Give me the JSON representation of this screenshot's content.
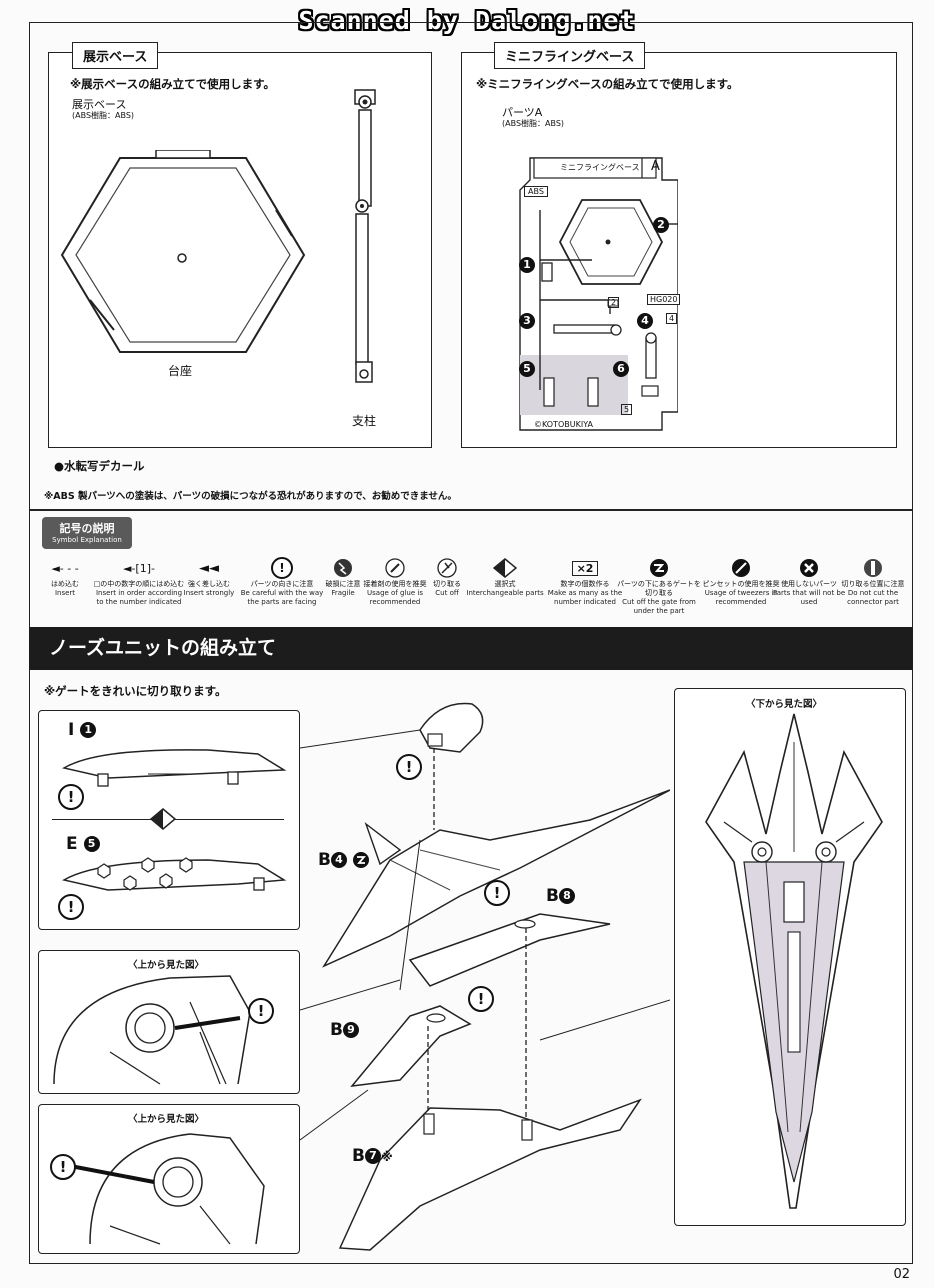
{
  "watermark": "Scanned by Dalong.net",
  "display_base": {
    "tab": "展示ベース",
    "note": "※展示ベースの組み立てで使用します。",
    "part_name": "展示ベース",
    "material": "(ABS樹脂：ABS)",
    "label_base": "台座",
    "label_post": "支柱"
  },
  "mini_flying_base": {
    "tab": "ミニフライングベース",
    "note": "※ミニフライングベースの組み立てで使用します。",
    "part_name": "パーツA",
    "material": "(ABS樹脂：ABS)",
    "runner_title": "ミニフライングベース",
    "runner_letter": "A",
    "runner_tag": "ABS",
    "runner_code": "HG020",
    "copyright": "©KOTOBUKIYA",
    "gate_numbers": [
      "1",
      "2",
      "3",
      "4",
      "5",
      "6"
    ],
    "small_numbers": [
      "2",
      "4",
      "5"
    ]
  },
  "decal_note": "●水転写デカール",
  "warning_note": "※ABS 製パーツへの塗装は、パーツの破損につながる恐れがありますので、お勧めできません。",
  "legend": {
    "title_jp": "記号の説明",
    "title_en": "Symbol Explanation",
    "items": [
      {
        "glyph": "◄- - -",
        "jp": "はめ込む",
        "en": "Insert"
      },
      {
        "glyph": "◄-[1]-",
        "jp": "□の中の数字の順にはめ込む",
        "en": "Insert in order according to the number indicated"
      },
      {
        "glyph": "◄◄",
        "jp": "強く差し込む",
        "en": "Insert strongly"
      },
      {
        "glyph": "!",
        "jp": "パーツの向きに注意",
        "en": "Be careful with the way the parts are facing"
      },
      {
        "glyph": "fragile",
        "jp": "破損に注意",
        "en": "Fragile"
      },
      {
        "glyph": "glue",
        "jp": "接着剤の使用を推奨",
        "en": "Usage of glue is recommended"
      },
      {
        "glyph": "cut",
        "jp": "切り取る",
        "en": "Cut off"
      },
      {
        "glyph": "choice",
        "jp": "選択式",
        "en": "Interchangeable parts"
      },
      {
        "glyph": "×2",
        "jp": "数字の個数作る",
        "en": "Make as many as the number indicated"
      },
      {
        "glyph": "gate",
        "jp": "パーツの下にあるゲートを切り取る",
        "en": "Cut off the gate from under the part"
      },
      {
        "glyph": "tweezers",
        "jp": "ピンセットの使用を推奨",
        "en": "Usage of tweezers is recommended"
      },
      {
        "glyph": "x",
        "jp": "使用しないパーツ",
        "en": "Parts that will not be used"
      },
      {
        "glyph": "connector",
        "jp": "切り取る位置に注意",
        "en": "Do not cut the connector part"
      }
    ]
  },
  "nose_unit": {
    "title": "ノーズユニットの組み立て",
    "note": "※ゲートをきれいに切り取ります。",
    "inset1_label": "I",
    "inset1_num": "1",
    "inset2_label": "E",
    "inset2_num": "5",
    "top_view_1": "〈上から見た図〉",
    "top_view_2": "〈上から見た図〉",
    "bottom_view": "〈下から見た図〉",
    "part_b4": "B",
    "part_b4_num": "4",
    "part_b8": "B",
    "part_b8_num": "8",
    "part_b9": "B",
    "part_b9_num": "9",
    "part_b7": "B",
    "part_b7_num": "7",
    "part_b7_mark": "※"
  },
  "page_number": "02"
}
